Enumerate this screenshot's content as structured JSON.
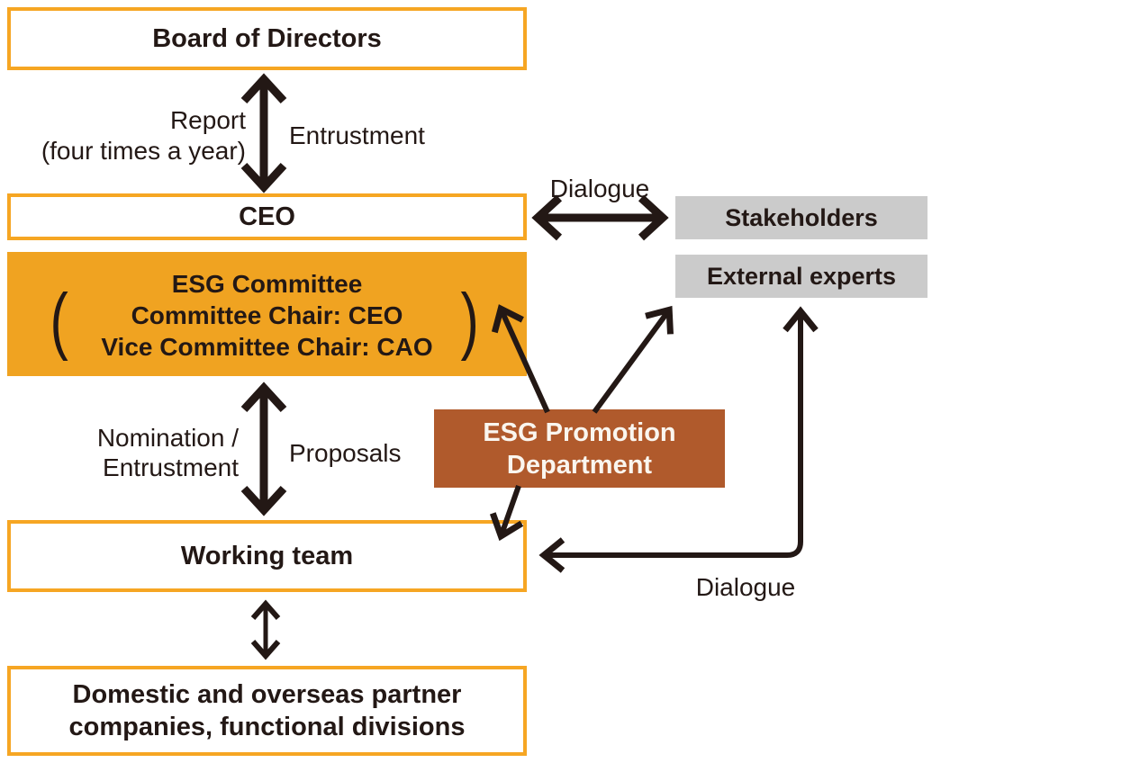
{
  "diagram": {
    "boxes": {
      "board": {
        "label": "Board of Directors"
      },
      "ceo": {
        "label": "CEO"
      },
      "esg_committee": {
        "line1": "ESG Committee",
        "line2": "Committee Chair: CEO",
        "line3": "Vice Committee Chair: CAO",
        "paren_open": "(",
        "paren_close": ")"
      },
      "stakeholders": {
        "label": "Stakeholders"
      },
      "external_experts": {
        "label": "External experts"
      },
      "esg_promotion": {
        "line1": "ESG Promotion",
        "line2": "Department"
      },
      "working_team": {
        "label": "Working team"
      },
      "partners": {
        "line1": "Domestic and overseas partner",
        "line2": "companies, functional divisions"
      }
    },
    "labels": {
      "report": "Report",
      "report_frequency": "(four times a year)",
      "entrustment": "Entrustment",
      "dialogue_top": "Dialogue",
      "nomination_line1": "Nomination /",
      "nomination_line2": "Entrustment",
      "proposals": "Proposals",
      "dialogue_bottom": "Dialogue"
    },
    "colors": {
      "orange_border": "#F6A623",
      "orange_fill": "#F0A321",
      "brown_fill": "#B05A2C",
      "gray_fill": "#CBCBCB",
      "ink": "#231815",
      "background": "#FFFFFF"
    }
  }
}
